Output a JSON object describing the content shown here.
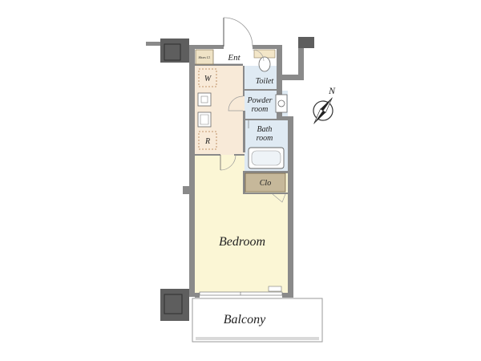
{
  "rooms": {
    "shoe_cabinet": "Shoes Cl.",
    "entrance": "Ent",
    "toilet": "Toilet",
    "washer": "W",
    "powder_line1": "Powder",
    "powder_line2": "room",
    "bath_line1": "Bath",
    "bath_line2": "room",
    "refrigerator": "R",
    "closet": "Clo",
    "bedroom": "Bedroom",
    "balcony": "Balcony"
  },
  "compass": {
    "label": "N",
    "icon": "compass-icon"
  },
  "colors": {
    "wall": "#8a8a8a",
    "wall_dark": "#5e5e5e",
    "bedroom_floor": "#fbf6d5",
    "kitchen_floor": "#f8ead8",
    "wet_area": "#dfeaf3",
    "closet_fill": "#c6b89a",
    "shoe_fill": "#efe3c6"
  }
}
